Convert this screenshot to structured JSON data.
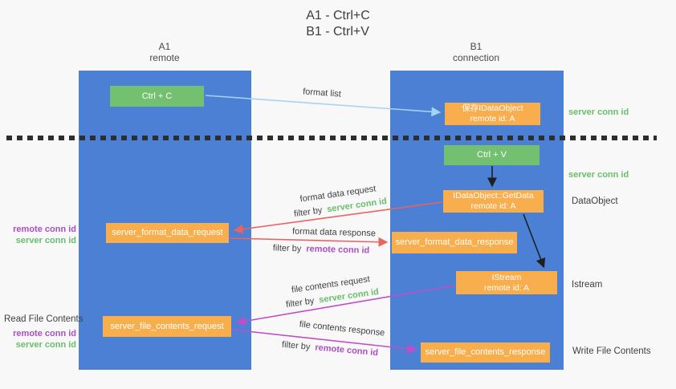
{
  "title": {
    "line1": "A1 - Ctrl+C",
    "line2": "B1 - Ctrl+V"
  },
  "lanes": {
    "a1": {
      "name": "A1",
      "subtitle": "remote"
    },
    "b1": {
      "name": "B1",
      "subtitle": "connection"
    }
  },
  "nodes": {
    "ctrl_c": {
      "label": "Ctrl + C"
    },
    "ctrl_v": {
      "label": "Ctrl + V"
    },
    "save_idataobject": {
      "line1": "保存IDataObject",
      "line2": "remote id: A"
    },
    "getdata": {
      "line1": "IDataObject::GetData",
      "line2": "remote id: A"
    },
    "istream": {
      "line1": "IStream",
      "line2": "remote id: A"
    },
    "format_request": {
      "label": "server_format_data_request"
    },
    "format_response": {
      "label": "server_format_data_response"
    },
    "file_request": {
      "label": "server_file_contents_request"
    },
    "file_response": {
      "label": "server_file_contents_response"
    }
  },
  "side_labels": {
    "server_conn_id_top": "server conn id",
    "server_conn_id_mid": "server conn id",
    "dataobject": "DataObject",
    "istream": "Istream",
    "read_file_contents": "Read File Contents",
    "write_file_contents": "Write File Contents",
    "format_remote_conn_id": "remote conn id",
    "format_server_conn_id": "server conn id",
    "file_remote_conn_id": "remote conn id",
    "file_server_conn_id": "server conn id"
  },
  "arrow_labels": {
    "format_list": "format list",
    "format_data_request": "format data request",
    "format_data_response": "format data response",
    "file_contents_request": "file contents request",
    "file_contents_response": "file contents response",
    "filter_by": "filter by",
    "server_conn_id": "server conn id",
    "remote_conn_id": "remote conn id"
  },
  "colors": {
    "lane_blue": "#4b80d4",
    "node_orange": "#f9ae4d",
    "node_green": "#72c070",
    "green_text": "#67bf6b",
    "purple_text": "#ab4ec4",
    "red_arrow": "#e96361",
    "magenta_arrow": "#c04ec8",
    "light_blue_arrow": "#a7d3f2",
    "black_arrow": "#1f1f1f"
  }
}
